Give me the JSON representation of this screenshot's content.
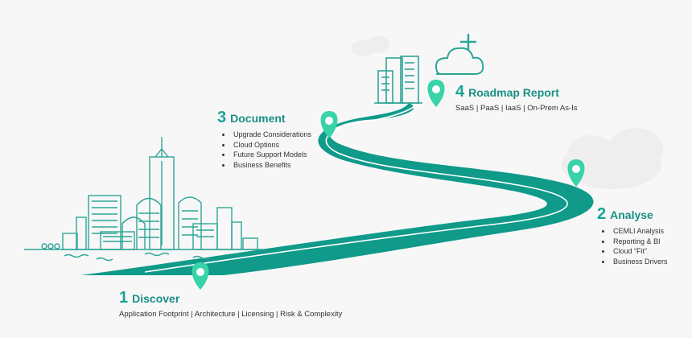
{
  "steps": [
    {
      "number": "1",
      "title": "Discover",
      "subtitle": "Application Footprint | Architecture | Licensing | Risk & Complexity",
      "bullets": []
    },
    {
      "number": "2",
      "title": "Analyse",
      "subtitle": "",
      "bullets": [
        "CEMLI Analysis",
        "Reporting & BI",
        "Cloud “Fit”",
        "Business Drivers"
      ]
    },
    {
      "number": "3",
      "title": "Document",
      "subtitle": "",
      "bullets": [
        "Upgrade Considerations",
        "Cloud Options",
        "Future Support Models",
        "Business Benefits"
      ]
    },
    {
      "number": "4",
      "title": "Roadmap Report",
      "subtitle": "SaaS | PaaS | IaaS | On-Prem As-Is",
      "bullets": []
    }
  ],
  "colors": {
    "road": "#0f9a8a",
    "road_edge": "#0b7f72",
    "lane_line": "#ffffff",
    "pin": "#38d3a8",
    "skyline": "#2ea597",
    "accent_text": "#1a8f85",
    "background": "#f7f7f7"
  },
  "icons": [
    "location-pin-icon",
    "cloud-icon",
    "plus-icon",
    "city-skyline-icon",
    "building-cluster-icon"
  ]
}
